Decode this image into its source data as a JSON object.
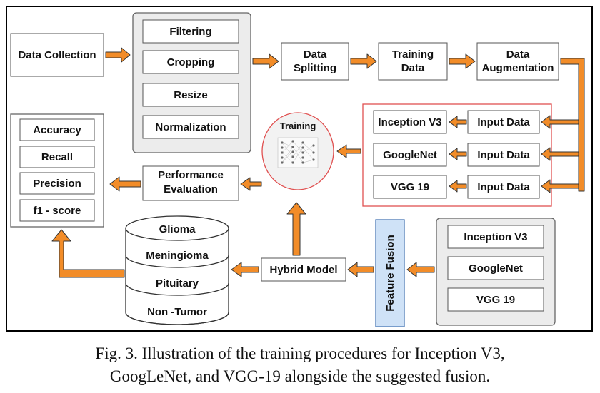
{
  "boxes": {
    "data_collection": "Data Collection",
    "filtering": "Filtering",
    "cropping": "Cropping",
    "resize": "Resize",
    "normalization": "Normalization",
    "data_splitting": [
      "Data",
      "Splitting"
    ],
    "training_data": [
      "Training",
      "Data"
    ],
    "data_augmentation": [
      "Data",
      "Augmentation"
    ],
    "training": "Training",
    "inception_v3": "Inception V3",
    "googlenet": "GoogleNet",
    "vgg19": "VGG 19",
    "input_data": "Input Data",
    "accuracy": "Accuracy",
    "recall": "Recall",
    "precision": "Precision",
    "f1_score": "f1 - score",
    "performance_evaluation": [
      "Performance",
      "Evaluation"
    ],
    "glioma": "Glioma",
    "meningioma": "Meningioma",
    "pituitary": "Pituitary",
    "non_tumor": "Non -Tumor",
    "hybrid_model": "Hybrid Model",
    "feature_fusion": "Feature Fusion",
    "fusion_inception_v3": "Inception V3",
    "fusion_googlenet": "GoogleNet",
    "fusion_vgg19": "VGG 19"
  },
  "colors": {
    "arrow_fill": "#f28c28",
    "arrow_stroke": "#333333",
    "group_fill": "#ececec",
    "red_border": "#e05050",
    "fusion_fill": "#cfe2f7",
    "fusion_stroke": "#4a78b5"
  },
  "caption": {
    "line1": "Fig. 3.   Illustration of the training procedures for Inception V3,",
    "line2": "GoogLeNet, and VGG-19 alongside the suggested fusion."
  }
}
